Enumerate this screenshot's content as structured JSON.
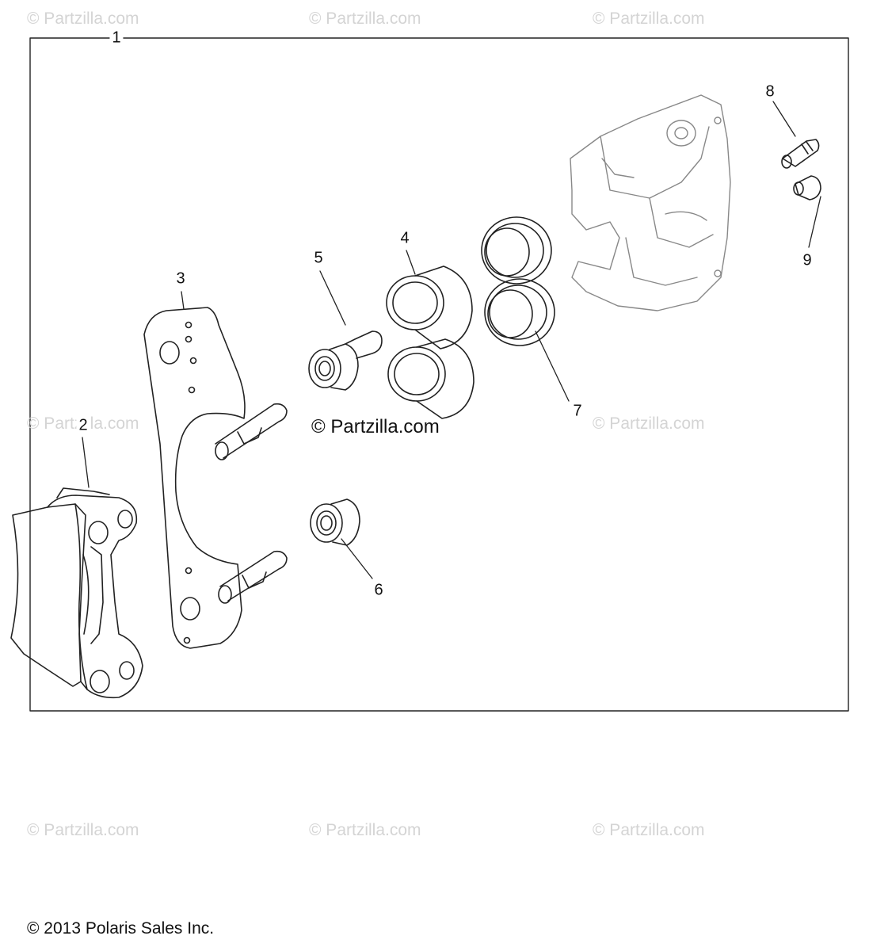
{
  "watermark_text": "© Partzilla.com",
  "center_watermark": "© Partzilla.com",
  "callouts": {
    "c1": "1",
    "c2": "2",
    "c3": "3",
    "c4": "4",
    "c5": "5",
    "c6": "6",
    "c7": "7",
    "c8": "8",
    "c9": "9"
  },
  "copyright": "© 2013 Polaris Sales Inc.",
  "colors": {
    "line": "#222222",
    "watermark": "#d4d4d4"
  }
}
